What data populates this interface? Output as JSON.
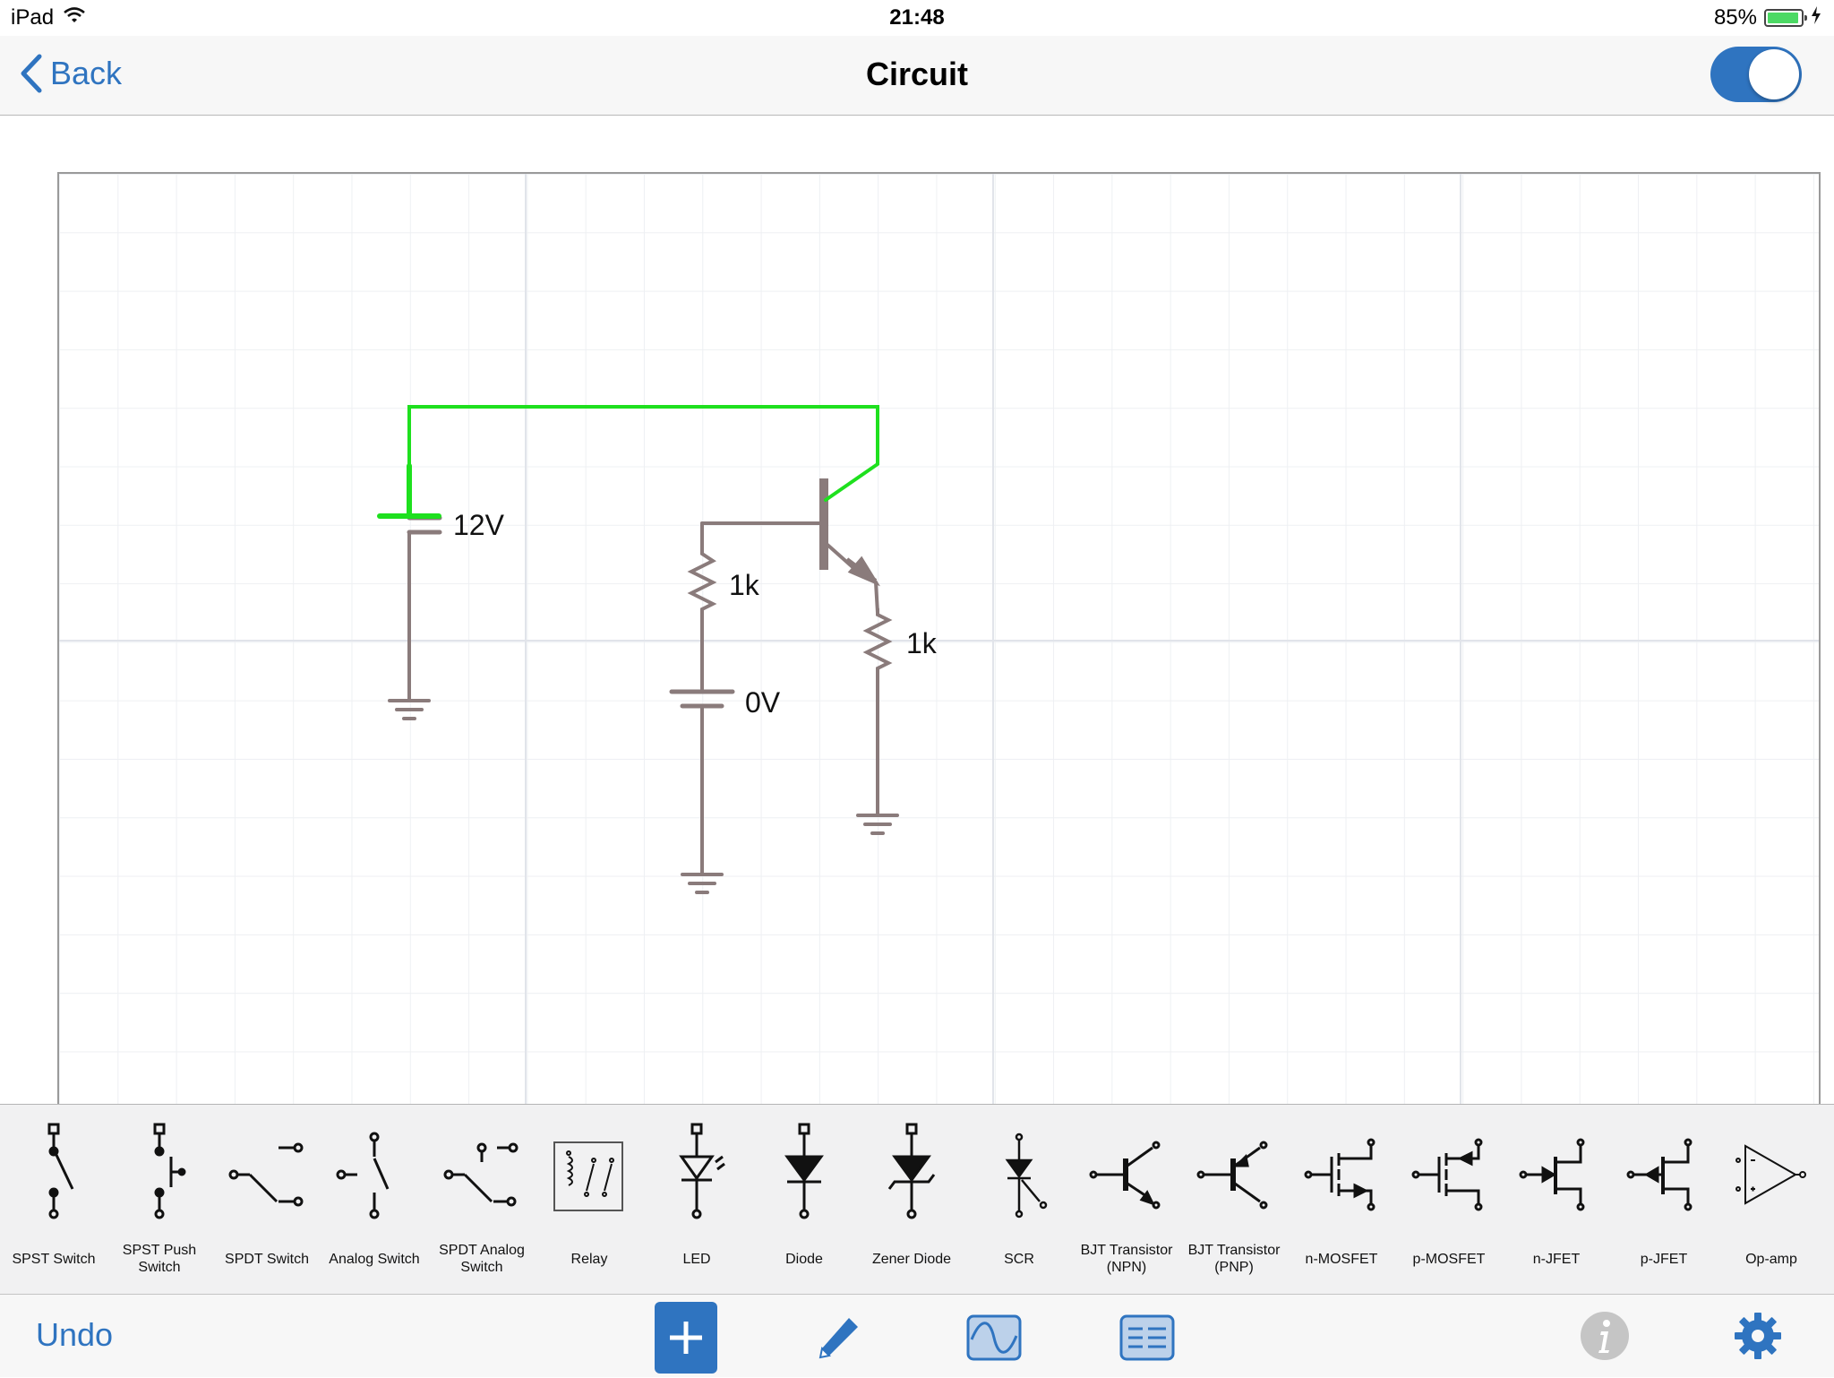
{
  "status_bar": {
    "device": "iPad",
    "time": "21:48",
    "battery": "85%"
  },
  "nav": {
    "back_label": "Back",
    "title": "Circuit",
    "toggle_on": true
  },
  "circuit": {
    "wire_color": "#1ee01e",
    "component_color": "#8a7b7b",
    "labels": {
      "source_main": "12V",
      "source_base": "0V",
      "resistor_base": "1k",
      "resistor_emitter": "1k"
    }
  },
  "palette": {
    "items": [
      {
        "id": "spst-switch",
        "label": "SPST Switch"
      },
      {
        "id": "spst-push-switch",
        "label": "SPST Push\nSwitch"
      },
      {
        "id": "spdt-switch",
        "label": "SPDT Switch"
      },
      {
        "id": "analog-switch",
        "label": "Analog Switch"
      },
      {
        "id": "spdt-analog-switch",
        "label": "SPDT Analog\nSwitch"
      },
      {
        "id": "relay",
        "label": "Relay"
      },
      {
        "id": "led",
        "label": "LED"
      },
      {
        "id": "diode",
        "label": "Diode"
      },
      {
        "id": "zener-diode",
        "label": "Zener Diode"
      },
      {
        "id": "scr",
        "label": "SCR"
      },
      {
        "id": "bjt-npn",
        "label": "BJT Transistor\n(NPN)"
      },
      {
        "id": "bjt-pnp",
        "label": "BJT Transistor\n(PNP)"
      },
      {
        "id": "n-mosfet",
        "label": "n-MOSFET"
      },
      {
        "id": "p-mosfet",
        "label": "p-MOSFET"
      },
      {
        "id": "n-jfet",
        "label": "n-JFET"
      },
      {
        "id": "p-jfet",
        "label": "p-JFET"
      },
      {
        "id": "op-amp",
        "label": "Op-amp"
      }
    ]
  },
  "toolbar": {
    "undo_label": "Undo",
    "accent": "#2f74c0"
  }
}
